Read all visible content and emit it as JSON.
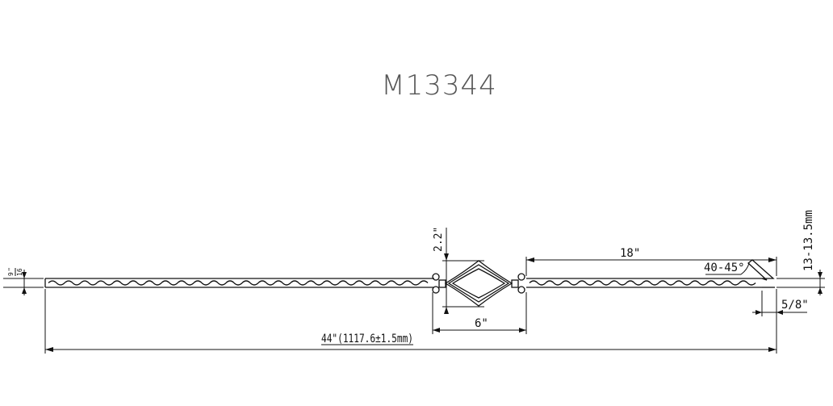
{
  "drawing": {
    "part_number": "M13344",
    "overall_length": "44\"(1117.6±1.5mm)",
    "center_width": "6\"",
    "center_height": "2.2\"",
    "right_length": "18\"",
    "bend_angle": "40-45°",
    "bend_leg": "5/8\"",
    "bar_size": "13-13.5mm",
    "thickness_whole": "9",
    "thickness_inch": "\"",
    "thickness_num": "9",
    "thickness_den": "16"
  }
}
